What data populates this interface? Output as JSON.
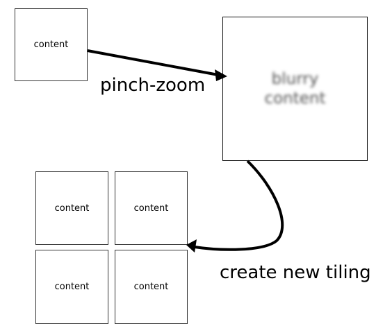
{
  "original": {
    "text": "content"
  },
  "zoomed": {
    "text": "blurry content"
  },
  "tiles": [
    {
      "text": "content"
    },
    {
      "text": "content"
    },
    {
      "text": "content"
    },
    {
      "text": "content"
    }
  ],
  "labels": {
    "pinch_zoom": "pinch-zoom",
    "create_new_tiling": "create new tiling"
  }
}
